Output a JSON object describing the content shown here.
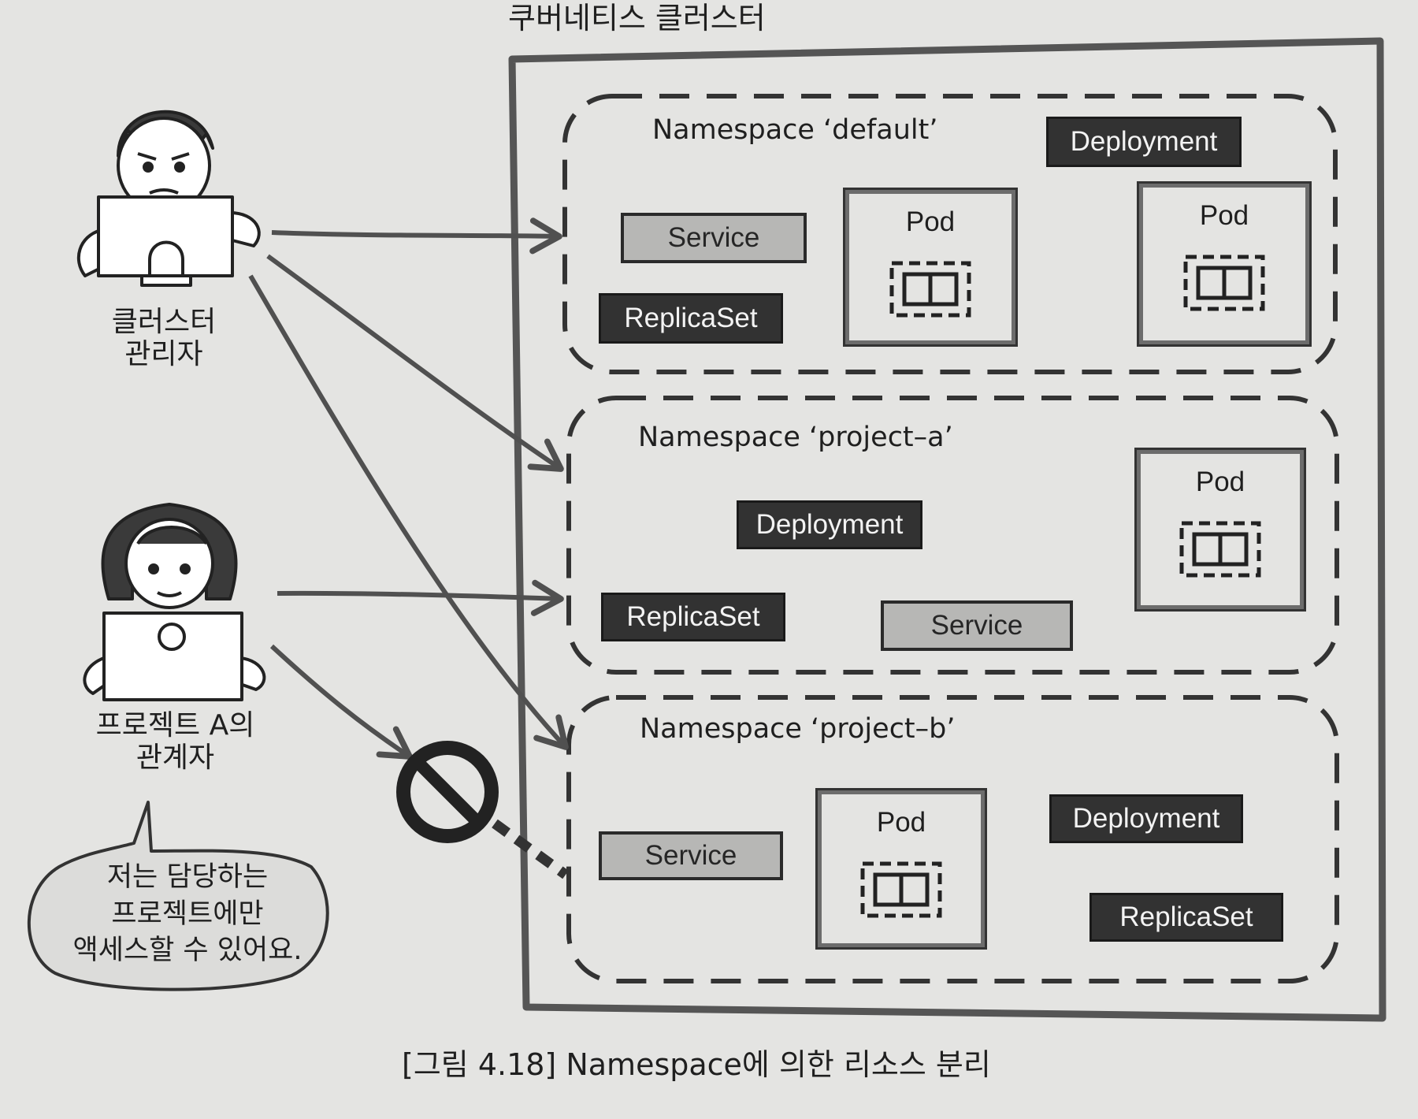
{
  "cluster": {
    "title": "쿠버네티스 클러스터"
  },
  "namespaces": [
    {
      "name": "Namespace ‘default’",
      "resources": [
        "Deployment",
        "Service",
        "ReplicaSet"
      ],
      "pods": [
        "Pod",
        "Pod"
      ]
    },
    {
      "name": "Namespace ‘project–a’",
      "resources": [
        "Deployment",
        "ReplicaSet",
        "Service"
      ],
      "pods": [
        "Pod"
      ]
    },
    {
      "name": "Namespace ‘project–b’",
      "resources": [
        "Service",
        "Deployment",
        "ReplicaSet"
      ],
      "pods": [
        "Pod"
      ]
    }
  ],
  "actors": {
    "admin": {
      "caption_line1": "클러스터",
      "caption_line2": "관리자"
    },
    "member": {
      "caption_line1": "프로젝트 A의",
      "caption_line2": "관계자",
      "speech_line1": "저는 담당하는",
      "speech_line2": "프로젝트에만",
      "speech_line3": "액세스할 수 있어요."
    }
  },
  "caption": "[그림 4.18] Namespace에 의한 리소스 분리"
}
